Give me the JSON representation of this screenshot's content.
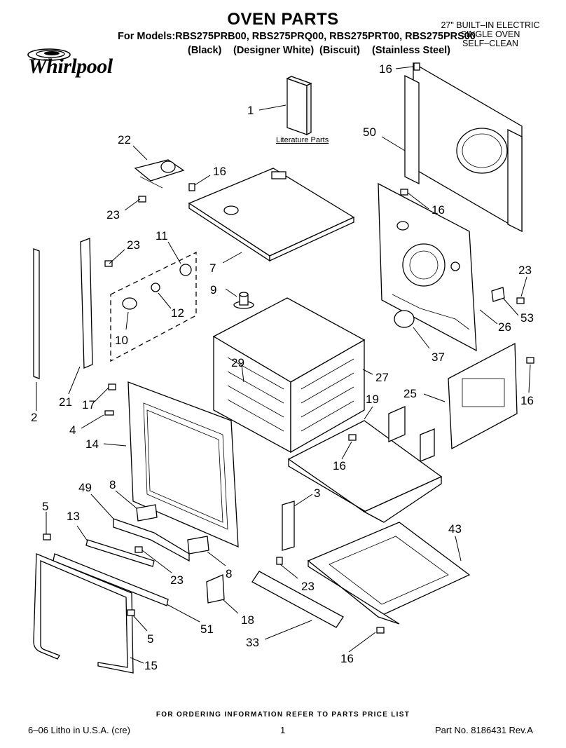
{
  "header": {
    "title": "OVEN PARTS",
    "models_line": "For Models:RBS275PRB00, RBS275PRQ00, RBS275PRT00, RBS275PRS00",
    "finishes": [
      "(Black)",
      "(Designer White)",
      "(Biscuit)",
      "(Stainless Steel)"
    ],
    "oven_type": [
      "27\" BUILT–IN ELECTRIC",
      "SINGLE OVEN",
      "SELF–CLEAN"
    ],
    "brand": "Whirlpool"
  },
  "literature_label": "Literature Parts",
  "callouts": [
    "1",
    "16",
    "50",
    "22",
    "16",
    "23",
    "16",
    "23",
    "11",
    "7",
    "23",
    "9",
    "12",
    "53",
    "10",
    "26",
    "37",
    "21",
    "29",
    "27",
    "17",
    "2",
    "25",
    "4",
    "19",
    "16",
    "14",
    "16",
    "49",
    "8",
    "3",
    "5",
    "13",
    "43",
    "23",
    "23",
    "8",
    "18",
    "51",
    "5",
    "33",
    "16",
    "15"
  ],
  "footer": {
    "order_note": "FOR ORDERING INFORMATION REFER TO PARTS PRICE LIST",
    "litho": "6–06 Litho in U.S.A. (cre)",
    "page": "1",
    "part_no": "Part No. 8186431 Rev.A"
  }
}
